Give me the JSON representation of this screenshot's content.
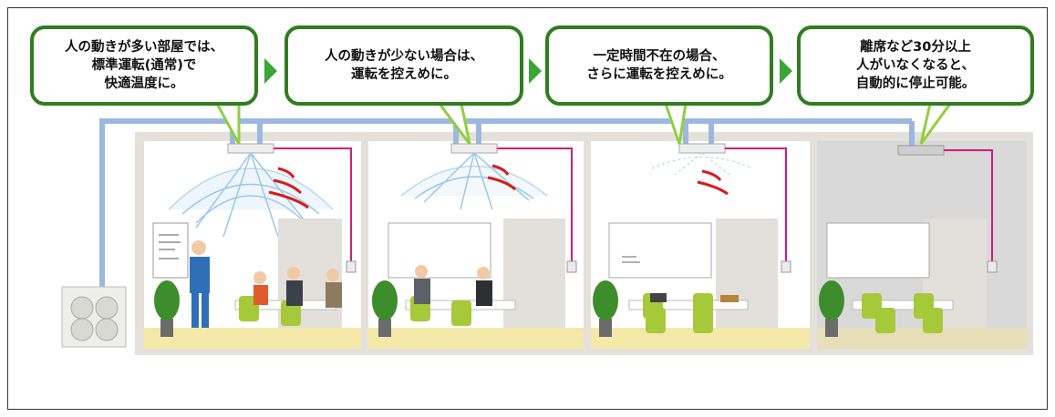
{
  "callouts": [
    {
      "text": "人の動きが多い部屋では、\n標準運転(通常)で\n快適温度に。"
    },
    {
      "text": "人の動きが少ない場合は、\n運転を控えめに。"
    },
    {
      "text": "一定時間不在の場合、\nさらに運転を控えめに。"
    },
    {
      "text": "離席など30分以上\n人がいなくなると、\n自動的に停止可能。"
    }
  ],
  "colors": {
    "bubble_border": "#2f7d1f",
    "arrow": "#3aa635",
    "pipe": "#9db8de",
    "sensor_wire": "#d21b7d",
    "sensor_wave": "#d81b1b",
    "chair": "#a6c93a",
    "floor": "#f4e9a8",
    "room_off": "#e2e2e2"
  },
  "icons": [
    "air-conditioner-icon",
    "motion-sensor-icon",
    "outdoor-unit-icon",
    "plant-icon",
    "chair-icon",
    "person-icon",
    "whiteboard-icon",
    "door-icon"
  ]
}
